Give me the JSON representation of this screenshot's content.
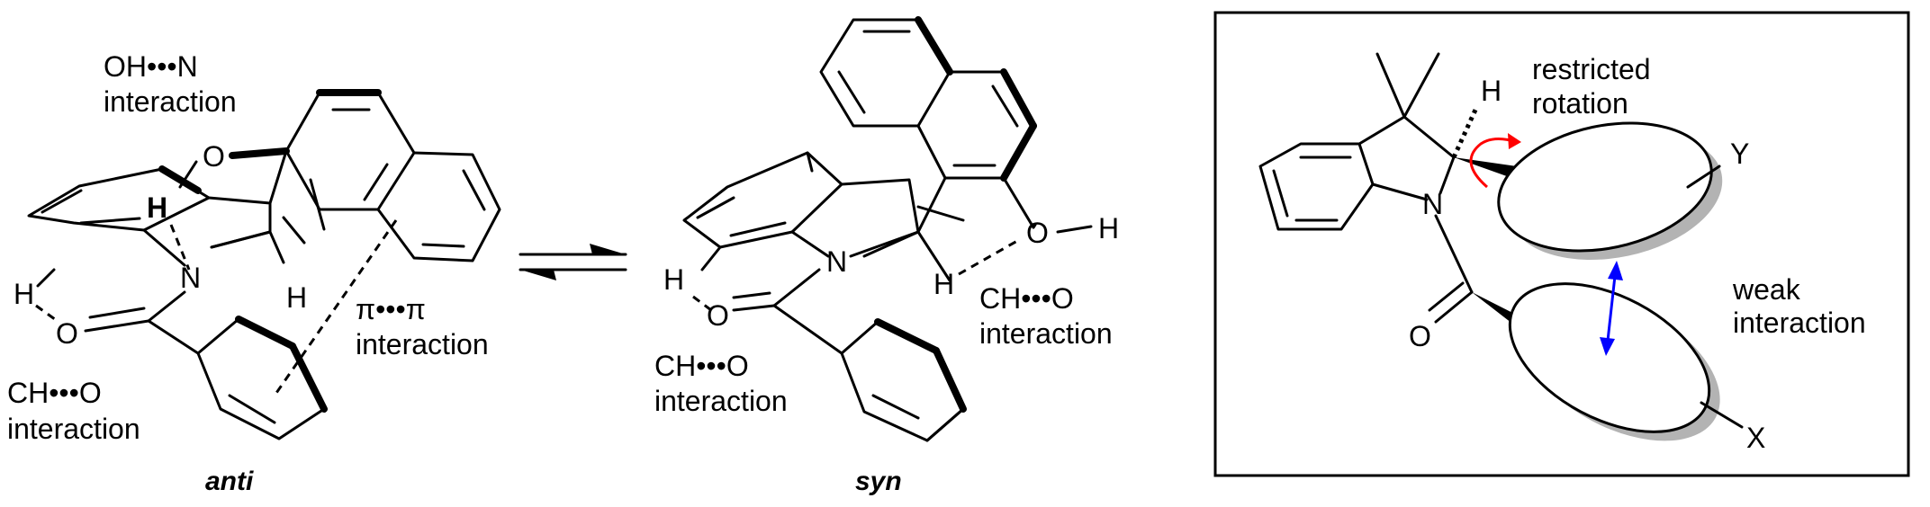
{
  "anti": {
    "caption": "anti",
    "labels": {
      "ohn_line1": "OH•••N",
      "ohn_line2": "interaction",
      "pipi_line1": "π•••π",
      "pipi_line2": "interaction",
      "cho_line1": "CH•••O",
      "cho_line2": "interaction"
    },
    "atoms": {
      "O": "O",
      "H_bold": "H",
      "N": "N",
      "H_ring": "H",
      "H_left": "H",
      "O_carbonyl": "O"
    }
  },
  "syn": {
    "caption": "syn",
    "labels": {
      "cho_right_line1": "CH•••O",
      "cho_right_line2": "interaction",
      "cho_left_line1": "CH•••O",
      "cho_left_line2": "interaction"
    },
    "atoms": {
      "N": "N",
      "O_hydroxyl": "O",
      "H_hydroxyl": "H",
      "H_ring": "H",
      "H_left": "H",
      "O_carbonyl": "O"
    }
  },
  "model": {
    "labels": {
      "restricted_line1": "restricted",
      "restricted_line2": "rotation",
      "weak_line1": "weak",
      "weak_line2": "interaction"
    },
    "atoms": {
      "N": "N",
      "H": "H",
      "O": "O",
      "Y": "Y",
      "X": "X"
    },
    "colors": {
      "rotation_arrow": "#ff0000",
      "interaction_arrow": "#0000ff",
      "shadow": "#b3b3b3"
    }
  }
}
